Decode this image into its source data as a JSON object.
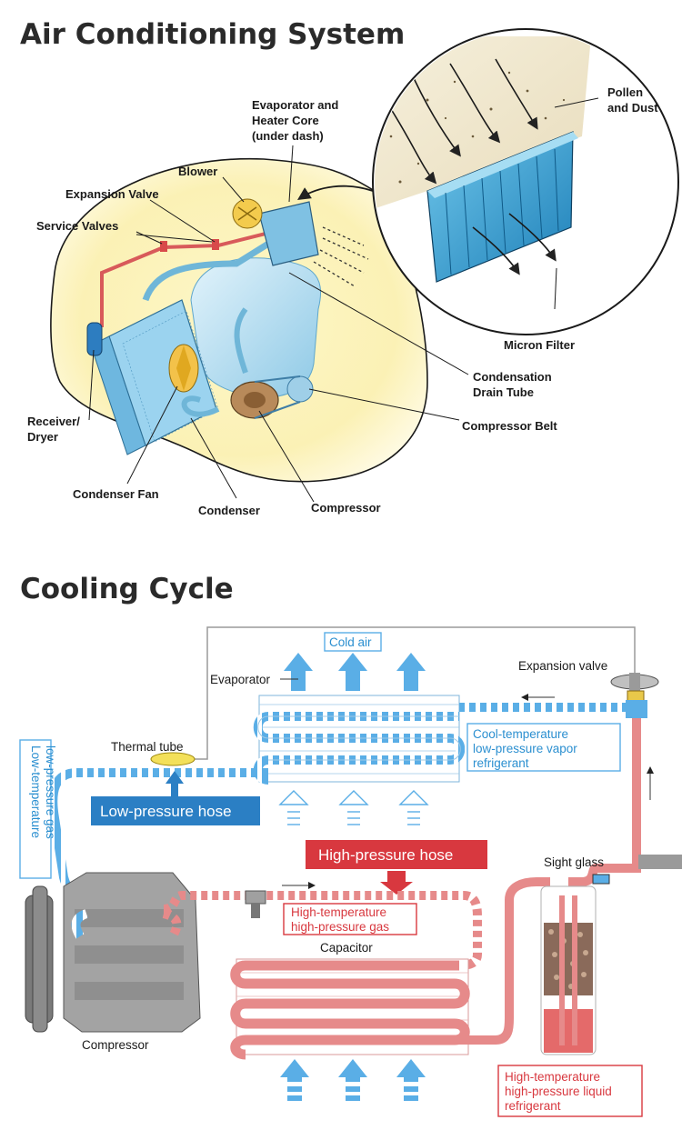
{
  "titles": {
    "ac_system": "Air Conditioning System",
    "cooling_cycle": "Cooling Cycle"
  },
  "ac_labels": {
    "evaporator_l1": "Evaporator and",
    "evaporator_l2": "Heater Core",
    "evaporator_l3": "(under dash)",
    "blower": "Blower",
    "expansion_valve": "Expansion Valve",
    "service_valves": "Service Valves",
    "pollen_l1": "Pollen",
    "pollen_l2": "and Dust",
    "micron_filter": "Micron Filter",
    "drain_l1": "Condensation",
    "drain_l2": "Drain Tube",
    "compressor_belt": "Compressor Belt",
    "receiver_l1": "Receiver/",
    "receiver_l2": "Dryer",
    "condenser_fan": "Condenser Fan",
    "condenser": "Condenser",
    "compressor": "Compressor"
  },
  "cycle_labels": {
    "cold_air": "Cold air",
    "evaporator": "Evaporator",
    "expansion_valve": "Expansion valve",
    "thermal_tube": "Thermal tube",
    "cool_l1": "Cool-temperature",
    "cool_l2": "low-pressure vapor",
    "cool_l3": "refrigerant",
    "low_gas_l1": "Low-temperature",
    "low_gas_l2": "low-pressure gas",
    "low_hose": "Low-pressure hose",
    "high_hose": "High-pressure hose",
    "sight_glass": "Sight glass",
    "high_gas_l1": "High-temperature",
    "high_gas_l2": "high-pressure gas",
    "capacitor": "Capacitor",
    "compressor": "Compressor",
    "high_liq_l1": "High-temperature",
    "high_liq_l2": "high-pressure liquid",
    "high_liq_l3": "refrigerant"
  },
  "colors": {
    "blue": "#2b8fd0",
    "light_blue": "#5aaee6",
    "red": "#d8383f",
    "pink": "#e6a0a0",
    "yellow_bg": "#fbf4c2",
    "gray": "#8a8a8a"
  }
}
